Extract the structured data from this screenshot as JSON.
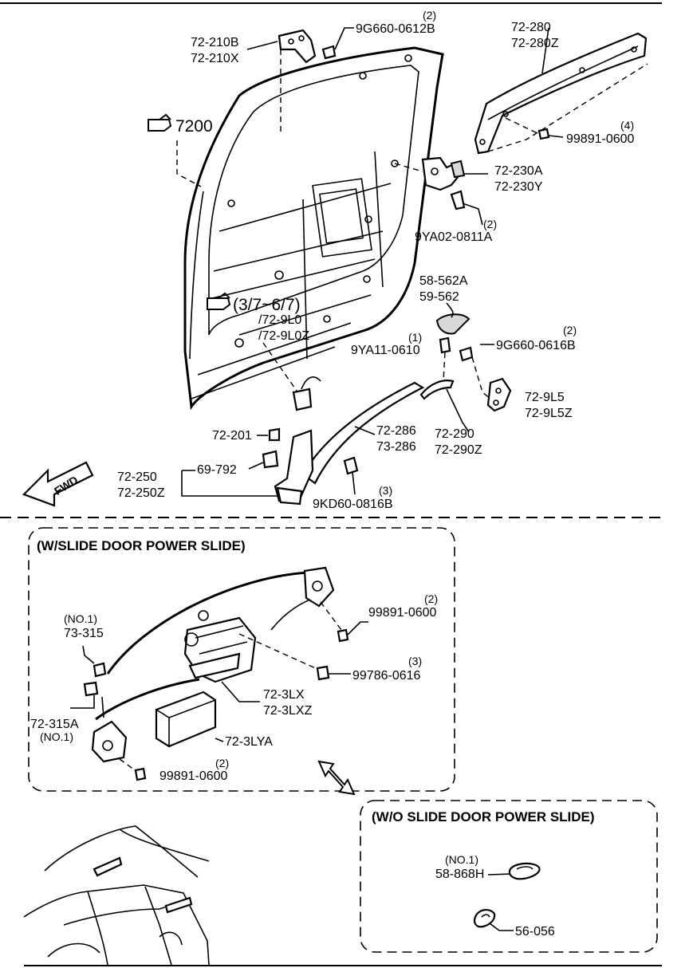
{
  "callouts": {
    "hinge_upper": [
      "72-210B",
      "72-210X"
    ],
    "bolt_upper_hinge": "9G660-0612B",
    "bolt_upper_hinge_qty": "(2)",
    "upper_rail": [
      "72-280",
      "72-280Z"
    ],
    "nut_upper_rail": "99891-0600",
    "nut_upper_rail_qty": "(4)",
    "ref_main": "7200",
    "center_hinge": [
      "72-230A",
      "72-230Y"
    ],
    "bolt_center_hinge": "9YA02-0811A",
    "bolt_center_hinge_qty": "(2)",
    "ref_lock": "(3/7~6/7)",
    "lock_parts": [
      "/72-9L0",
      "/72-9L0Z"
    ],
    "stopper": [
      "58-562A",
      "59-562"
    ],
    "bolt_stopper": "9YA11-0610",
    "bolt_stopper_qty": "(1)",
    "bolt_lower_hinge": "9G660-0616B",
    "bolt_lower_hinge_qty": "(2)",
    "lower_hinge": [
      "72-9L5",
      "72-9L5Z"
    ],
    "cable_cover": [
      "72-290",
      "72-290Z"
    ],
    "lower_rail": [
      "72-286",
      "73-286"
    ],
    "clip_201": "72-201",
    "lower_arm": [
      "72-250",
      "72-250Z"
    ],
    "cap_69": "69-792",
    "bolt_lower_rail": "9KD60-0816B",
    "bolt_lower_rail_qty": "(3)",
    "fwd": "FWD"
  },
  "power_slide_box": {
    "title": "(W/SLIDE DOOR POWER SLIDE)",
    "nut_top": "99891-0600",
    "nut_top_qty": "(2)",
    "grommet_no": "(NO.1)",
    "grommet": "73-315",
    "bolt_motor": "99786-0616",
    "bolt_motor_qty": "(3)",
    "motor": [
      "72-3LX",
      "72-3LXZ"
    ],
    "grommet_b": "72-315A",
    "grommet_b_no": "(NO.1)",
    "module": "72-3LYA",
    "nut_bottom": "99891-0600",
    "nut_bottom_qty": "(2)"
  },
  "no_power_box": {
    "title": "(W/O SLIDE DOOR POWER SLIDE)",
    "plug_no": "(NO.1)",
    "plug": "58-868H",
    "seal": "56-056"
  }
}
